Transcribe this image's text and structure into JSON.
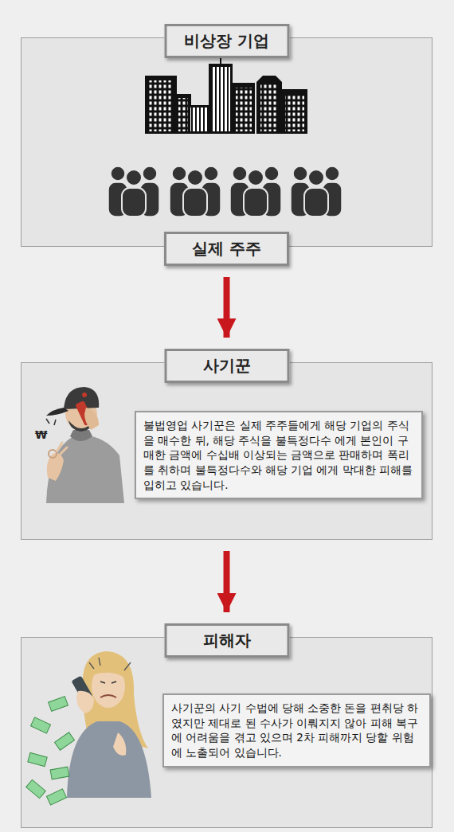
{
  "diagram": {
    "nodes": [
      {
        "text": [
          "비상장 기업"
        ]
      },
      {
        "text": [
          "실제 주주"
        ],
        "in": 0
      },
      {
        "text": [
          "사기꾼"
        ]
      },
      {
        "text": [
          "불법영업 사기꾼은 실제 주주들에게 해당 기업의 주식을 매수한 뒤, 해당 주식을 불특정다수 에게 본인이 구매한 금액에 수십배 이상되는 금액으로 판매하며 폭리를 취하며 불특정다수와 해당 기업 에게 막대한 피해를 입히고 있습니다."
        ],
        "in": 2
      },
      {
        "text": [
          "피해자"
        ]
      },
      {
        "text": [
          "사기꾼의 사기 수법에 당해 소중한 돈을 편취당 하였지만 제대로 된 수사가 이뤄지지 않아 피해 복구에 어려움을 겪고 있으며 2차 피해까지 당할 위험에 노출되어 있습니다."
        ],
        "in": 4
      }
    ],
    "edges": [
      {
        "from": 0,
        "to": 2,
        "arrow": "to"
      },
      {
        "from": 2,
        "to": 4,
        "arrow": "to"
      }
    ],
    "labels": [
      "₩"
    ]
  }
}
